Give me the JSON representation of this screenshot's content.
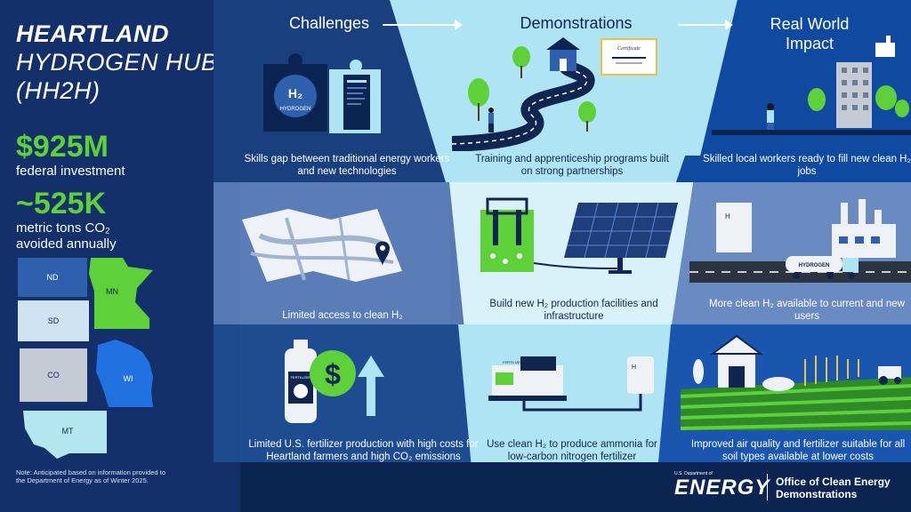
{
  "title": {
    "line1": "HEARTLAND",
    "line2": "HYDROGEN HUB",
    "line3": "(HH2H)"
  },
  "stats": {
    "investment_value": "$925M",
    "investment_label": "federal investment",
    "co2_value": "~525K",
    "co2_label_line1": "metric tons CO₂",
    "co2_label_line2": "avoided annually"
  },
  "states": [
    "ND",
    "MN",
    "SD",
    "CO",
    "WI",
    "MT"
  ],
  "note": "Note: Anticipated based on information provided to the Department of Energy as of Winter 2025.",
  "headers": {
    "challenges": "Challenges",
    "demonstrations": "Demonstrations",
    "impact_line1": "Real World",
    "impact_line2": "Impact"
  },
  "rows": [
    {
      "challenge": "Skills gap between traditional energy workers and new technologies",
      "demonstration": "Training and apprenticeship programs built on strong partnerships",
      "impact": "Skilled local workers ready to fill new clean H₂ jobs"
    },
    {
      "challenge": "Limited access to clean H₂",
      "demonstration": "Build new H₂ production facilities and infrastructure",
      "impact": "More clean H₂ available to current and new users"
    },
    {
      "challenge": "Limited U.S. fertilizer production with high costs for Heartland farmers and high CO₂ emissions",
      "demonstration": "Use clean H₂ to produce ammonia for low-carbon nitrogen fertilizer",
      "impact": "Improved air quality and fertilizer suitable for all soil types available at lower costs"
    }
  ],
  "illustration_text": {
    "h2": "H₂",
    "hydrogen": "HYDROGEN",
    "truck_label": "HYDROGEN",
    "fertilizer": "FERTILIZER",
    "certificate": "Certificate",
    "h_small": "H"
  },
  "footer": {
    "doe_small": "U.S. Department of",
    "doe_main": "ENERGY",
    "office_line1": "Office of Clean Energy",
    "office_line2": "Demonstrations"
  },
  "colors": {
    "navy": "#0f2a5a",
    "panel": "#13306a",
    "green": "#5ed03a",
    "light": "#aee4f3",
    "mid": "#4f74b4"
  }
}
